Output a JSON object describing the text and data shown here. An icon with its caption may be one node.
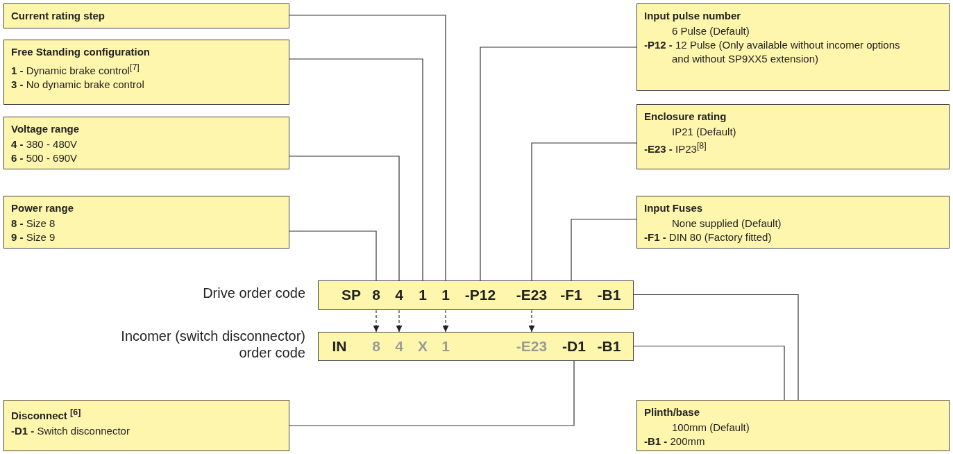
{
  "diagram": {
    "nodes": [
      {
        "text": [
          "Current rating step"
        ]
      },
      {
        "text": [
          "Free Standing configuration",
          "**1 -** Dynamic brake control$^{[7]}$",
          "**3 -** No dynamic brake control"
        ]
      },
      {
        "text": [
          "Voltage range",
          "**4 -** 380 - 480V",
          "**6 -** 500 - 690V"
        ]
      },
      {
        "text": [
          "Power range",
          "**8 -** Size 8",
          "**9 -** Size 9"
        ]
      },
      {
        "text": [
          "Input pulse number",
          "6 Pulse (Default)",
          "**-P12 -** 12 Pulse (Only available without incomer options and without SP9XX5 extension)"
        ]
      },
      {
        "text": [
          "Enclosure rating",
          "IP21 (Default)",
          "**-E23 -** IP23$^{[8]}$"
        ]
      },
      {
        "text": [
          "Input Fuses",
          "None supplied (Default)",
          "**-F1 -** DIN 80 (Factory fitted)"
        ]
      },
      {
        "text": [],
        "shape": "bar",
        "beside": [
          "Drive order code"
        ]
      },
      {
        "text": [
          "SP"
        ],
        "in": 7
      },
      {
        "text": [
          "8"
        ],
        "in": 7
      },
      {
        "text": [
          "4"
        ],
        "in": 7
      },
      {
        "text": [
          "1"
        ],
        "in": 7
      },
      {
        "text": [
          "1"
        ],
        "in": 7
      },
      {
        "text": [
          "-P12"
        ],
        "in": 7
      },
      {
        "text": [
          "-E23"
        ],
        "in": 7
      },
      {
        "text": [
          "-F1"
        ],
        "in": 7
      },
      {
        "text": [
          "-B1"
        ],
        "in": 7
      },
      {
        "text": [],
        "shape": "bar",
        "beside": [
          "Incomer (switch disconnector) order code"
        ]
      },
      {
        "text": [
          "IN"
        ],
        "in": 17
      },
      {
        "text": [
          "8"
        ],
        "in": 17
      },
      {
        "text": [
          "4"
        ],
        "in": 17
      },
      {
        "text": [
          "X"
        ],
        "in": 17
      },
      {
        "text": [
          "1"
        ],
        "in": 17
      },
      {
        "text": [
          "-E23"
        ],
        "in": 17
      },
      {
        "text": [
          "-D1"
        ],
        "in": 17
      },
      {
        "text": [
          "-B1"
        ],
        "in": 17
      },
      {
        "text": [
          "Disconnect $^{[6]}$",
          "**-D1 -** Switch disconnector"
        ]
      },
      {
        "text": [
          "Plinth/base",
          "100mm (Default)",
          "**-B1 -** 200mm"
        ]
      }
    ],
    "edges": [
      {
        "from": 0,
        "to": 12,
        "arrow": "none"
      },
      {
        "from": 1,
        "to": 11,
        "arrow": "none"
      },
      {
        "from": 2,
        "to": 10,
        "arrow": "none"
      },
      {
        "from": 3,
        "to": 9,
        "arrow": "none"
      },
      {
        "from": 4,
        "to": 13,
        "arrow": "none"
      },
      {
        "from": 5,
        "to": 14,
        "arrow": "none"
      },
      {
        "from": 6,
        "to": 15,
        "arrow": "none"
      },
      {
        "from": 9,
        "to": 19,
        "arrow": "to",
        "style": "dashed"
      },
      {
        "from": 10,
        "to": 20,
        "arrow": "to",
        "style": "dashed"
      },
      {
        "from": 12,
        "to": 22,
        "arrow": "to",
        "style": "dashed"
      },
      {
        "from": 14,
        "to": 23,
        "arrow": "to",
        "style": "dashed"
      },
      {
        "from": 16,
        "to": 27,
        "arrow": "none"
      },
      {
        "from": 25,
        "to": 27,
        "arrow": "none"
      },
      {
        "from": 24,
        "to": 26,
        "arrow": "none"
      }
    ]
  }
}
